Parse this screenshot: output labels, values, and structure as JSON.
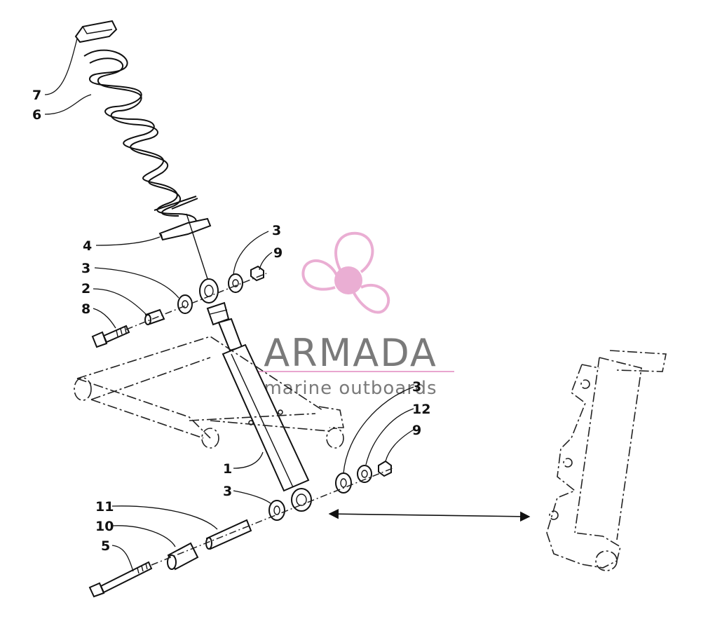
{
  "callouts": {
    "c7": "7",
    "c6": "6",
    "c4": "4",
    "c3a": "3",
    "c9a": "9",
    "c3b": "3",
    "c2": "2",
    "c8": "8",
    "c3c": "3",
    "c12": "12",
    "c9b": "9",
    "c1": "1",
    "c3d": "3",
    "c11": "11",
    "c10": "10",
    "c5": "5"
  },
  "watermark": {
    "name": "ARMADA",
    "tagline": "marine outboards",
    "logo_color": "#e8a6cf",
    "text_color": "#7a7a7a"
  }
}
